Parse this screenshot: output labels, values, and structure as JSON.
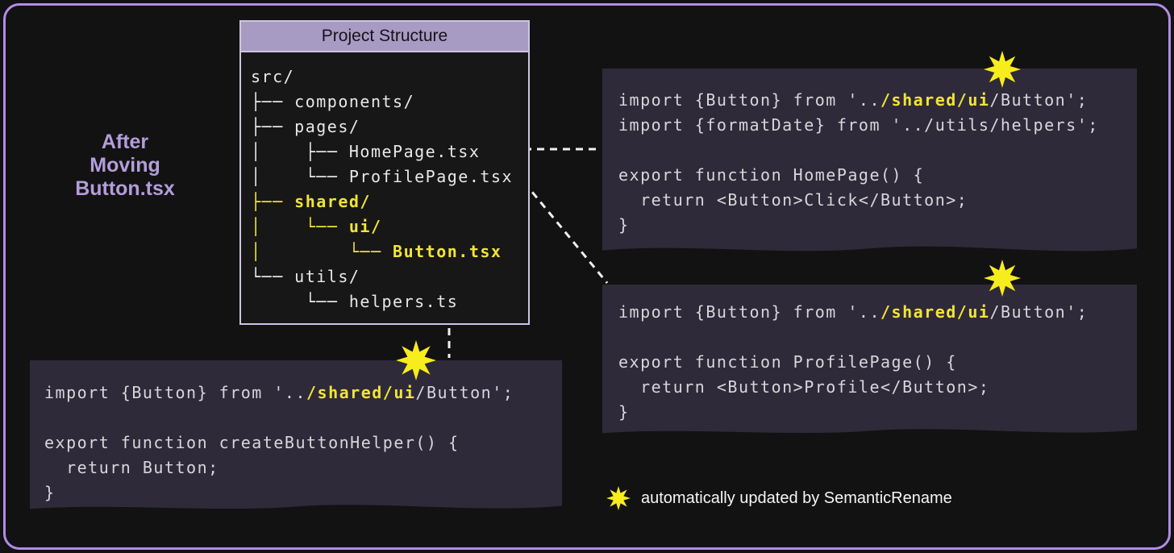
{
  "title": {
    "lines": [
      "After",
      "Moving",
      "Button.tsx"
    ]
  },
  "project_structure": {
    "header": "Project Structure",
    "tree": [
      [
        {
          "t": "src/"
        }
      ],
      [
        {
          "t": "├── components/"
        }
      ],
      [
        {
          "t": "├── pages/"
        }
      ],
      [
        {
          "t": "│    ├── HomePage.tsx"
        }
      ],
      [
        {
          "t": "│    └── ProfilePage.tsx"
        }
      ],
      [
        {
          "t": "├── ",
          "y": 1
        },
        {
          "t": "shared/",
          "y": 1,
          "b": 1
        }
      ],
      [
        {
          "t": "│    └── ",
          "y": 1
        },
        {
          "t": "ui/",
          "y": 1,
          "b": 1
        }
      ],
      [
        {
          "t": "│        └── ",
          "y": 1
        },
        {
          "t": "Button.tsx",
          "y": 1,
          "b": 1
        }
      ],
      [
        {
          "t": "└── utils/"
        }
      ],
      [
        {
          "t": "     └── helpers.ts"
        }
      ]
    ]
  },
  "code_boxes": {
    "homepage": {
      "lines": [
        [
          {
            "t": "import {Button} from '.."
          },
          {
            "t": "/shared/ui",
            "y": 1,
            "b": 1
          },
          {
            "t": "/Button';"
          }
        ],
        [
          {
            "t": "import {formatDate} from '../utils/helpers';"
          }
        ],
        [
          {
            "t": ""
          }
        ],
        [
          {
            "t": "export function HomePage() {"
          }
        ],
        [
          {
            "t": "  return <Button>Click</Button>;"
          }
        ],
        [
          {
            "t": "}"
          }
        ]
      ]
    },
    "profilepage": {
      "lines": [
        [
          {
            "t": "import {Button} from '.."
          },
          {
            "t": "/shared/ui",
            "y": 1,
            "b": 1
          },
          {
            "t": "/Button';"
          }
        ],
        [
          {
            "t": ""
          }
        ],
        [
          {
            "t": "export function ProfilePage() {"
          }
        ],
        [
          {
            "t": "  return <Button>Profile</Button>;"
          }
        ],
        [
          {
            "t": "}"
          }
        ]
      ]
    },
    "helpers": {
      "lines": [
        [
          {
            "t": "import {Button} from '.."
          },
          {
            "t": "/shared/ui",
            "y": 1,
            "b": 1
          },
          {
            "t": "/Button';"
          }
        ],
        [
          {
            "t": ""
          }
        ],
        [
          {
            "t": "export function createButtonHelper() {"
          }
        ],
        [
          {
            "t": "  return Button;"
          }
        ],
        [
          {
            "t": "}"
          }
        ]
      ]
    }
  },
  "legend": {
    "label": "automatically updated by SemanticRename"
  },
  "colors": {
    "accent_yellow": "#f2e437",
    "accent_purple": "#b39ddb",
    "frame_border": "#b18ce6",
    "code_box_bg": "#2e2a39",
    "header_bg": "#a89bc3",
    "star_fill": "#f7ec1c",
    "connector": "#f0f0f0"
  }
}
